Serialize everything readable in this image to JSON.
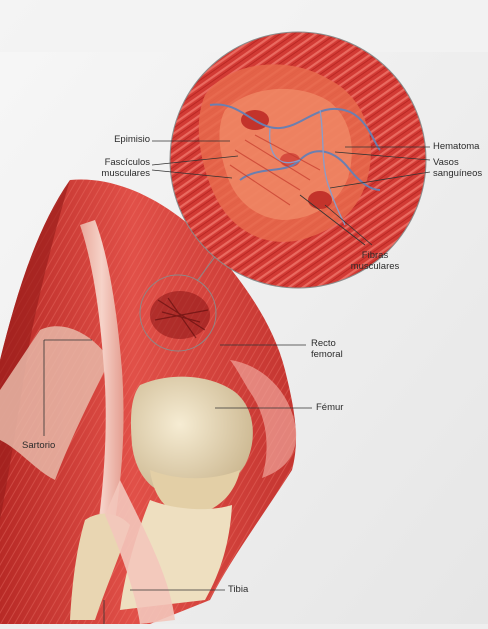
{
  "labels": {
    "epimisio": "Epimisio",
    "fasciculos_line1": "Fascículos",
    "fasciculos_line2": "musculares",
    "hematoma": "Hematoma",
    "vasos_line1": "Vasos",
    "vasos_line2": "sanguíneos",
    "fibras_line1": "Fibras",
    "fibras_line2": "musculares",
    "recto_line1": "Recto",
    "recto_line2": "femoral",
    "femur": "Fémur",
    "sartorio": "Sartorio",
    "tibia": "Tibia"
  },
  "colors": {
    "background": "#eeeeee",
    "muscle": "#d63a35",
    "muscle_dark": "#a8201e",
    "muscle_light": "#f0867a",
    "bone": "#ecdcbc",
    "bone_shadow": "#c9b48c",
    "tendon": "#f2c7bd",
    "vessel": "#6b7fb0",
    "leader": "#333333"
  }
}
